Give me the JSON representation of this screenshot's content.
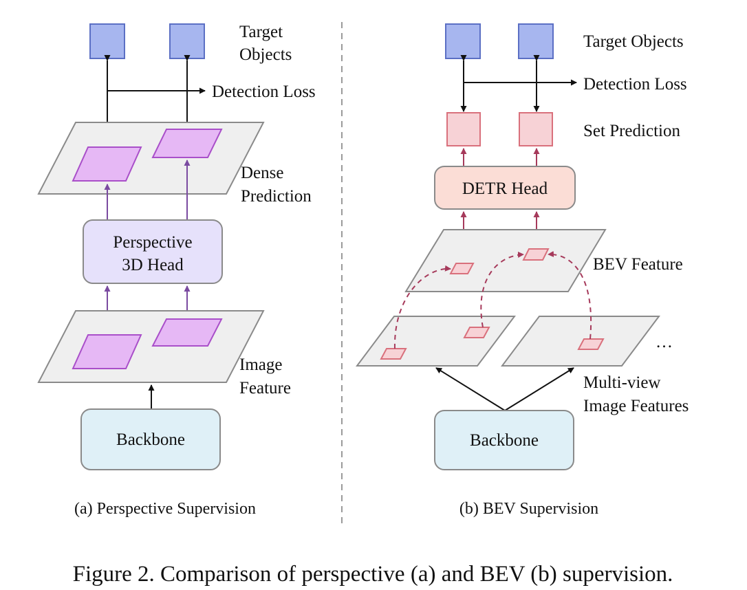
{
  "panel_a": {
    "target_objects_line1": "Target",
    "target_objects_line2": "Objects",
    "detection_loss": "Detection Loss",
    "dense_prediction_line1": "Dense",
    "dense_prediction_line2": "Prediction",
    "head_line1": "Perspective",
    "head_line2": "3D Head",
    "image_feature_line1": "Image",
    "image_feature_line2": "Feature",
    "backbone": "Backbone",
    "caption": "(a) Perspective Supervision"
  },
  "panel_b": {
    "target_objects": "Target Objects",
    "detection_loss": "Detection Loss",
    "set_prediction": "Set Prediction",
    "head": "DETR Head",
    "bev_feature": "BEV Feature",
    "ellipsis": "…",
    "multiview_line1": "Multi-view",
    "multiview_line2": "Image Features",
    "backbone": "Backbone",
    "caption": "(b) BEV Supervision"
  },
  "figure_caption": "Figure 2. Comparison of perspective (a) and BEV (b) supervision.",
  "colors": {
    "target_fill": "#a7b6ef",
    "target_stroke": "#5b6fc4",
    "dense_fill": "#e6b8f5",
    "dense_stroke": "#a94fc9",
    "persp_head_fill": "#e6e1fb",
    "set_pred_fill": "#f7d2d6",
    "set_pred_stroke": "#d9707c",
    "detr_head_fill": "#fbddd6",
    "backbone_fill": "#dff0f7",
    "plane_fill": "#efefef",
    "plane_stroke": "#8a8a8a",
    "purple_arrow": "#7a4aa0",
    "red_arrow": "#a63a5b"
  }
}
